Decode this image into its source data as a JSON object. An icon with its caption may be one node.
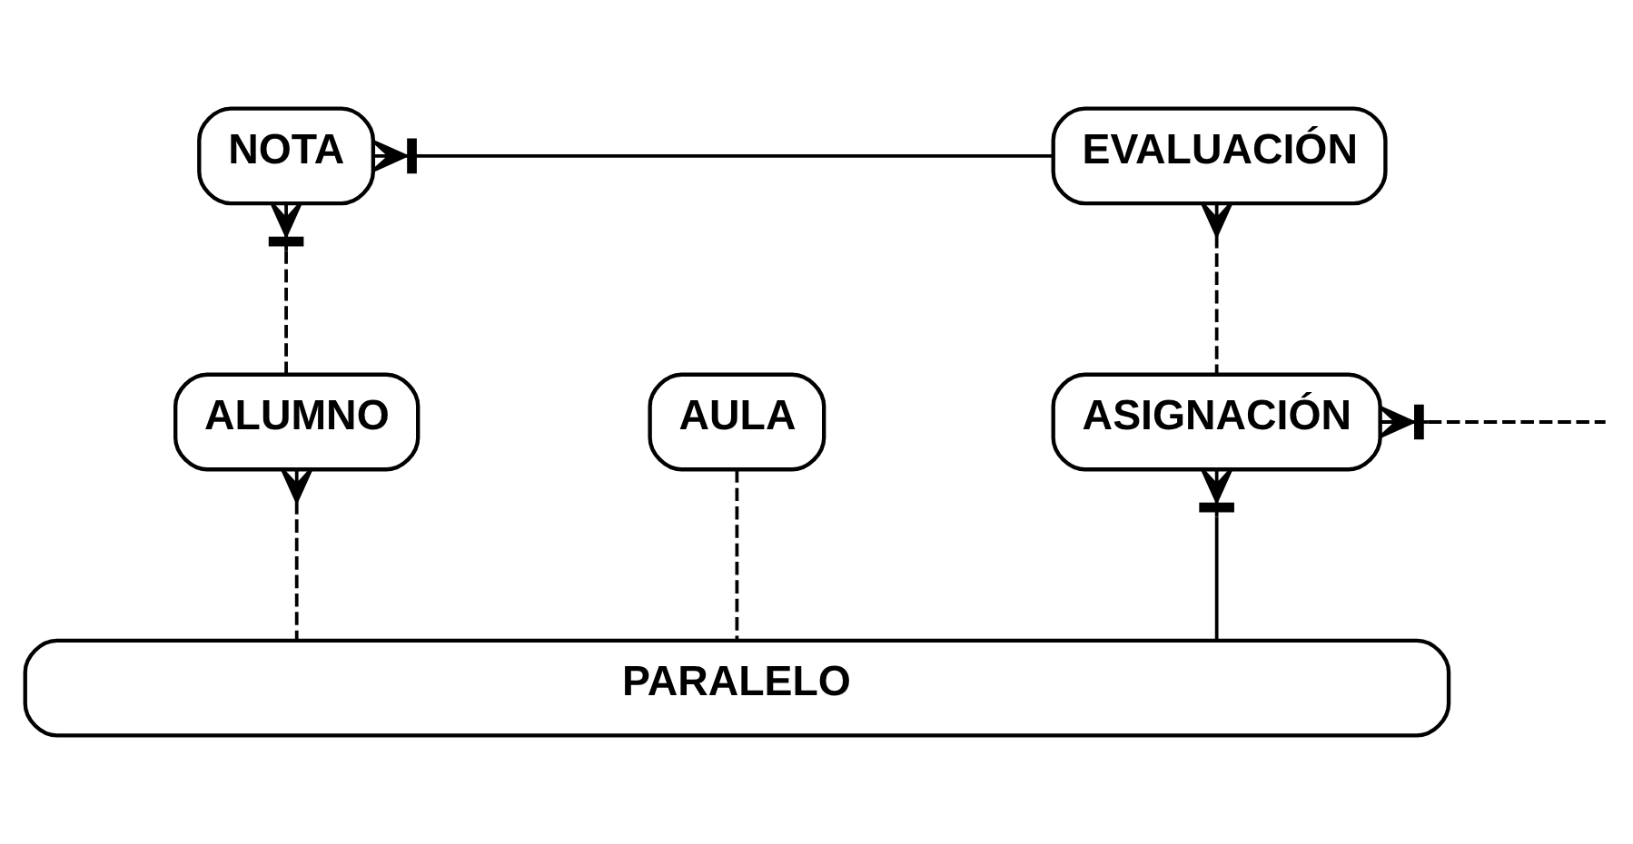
{
  "diagram": {
    "nodes": [
      {
        "text": [
          "NOTA"
        ]
      },
      {
        "text": [
          "EVALUACIÓN"
        ]
      },
      {
        "text": [
          "ALUMNO"
        ]
      },
      {
        "text": [
          "AULA"
        ]
      },
      {
        "text": [
          "ASIGNACIÓN"
        ]
      },
      {
        "text": [
          "PARALELO"
        ]
      }
    ],
    "edges": [
      {
        "from": 0,
        "to": 1,
        "arrow": "other"
      },
      {
        "from": 0,
        "to": 2,
        "arrow": "other",
        "style": "dashed"
      },
      {
        "from": 1,
        "to": 4,
        "arrow": "other",
        "style": "dashed"
      },
      {
        "from": 4,
        "to": null,
        "arrow": "other",
        "style": "dashed"
      },
      {
        "from": 2,
        "to": 5,
        "arrow": "other",
        "style": "dashed"
      },
      {
        "from": 3,
        "to": 5,
        "arrow": "none",
        "style": "dashed"
      },
      {
        "from": 4,
        "to": 5,
        "arrow": "other"
      }
    ]
  }
}
